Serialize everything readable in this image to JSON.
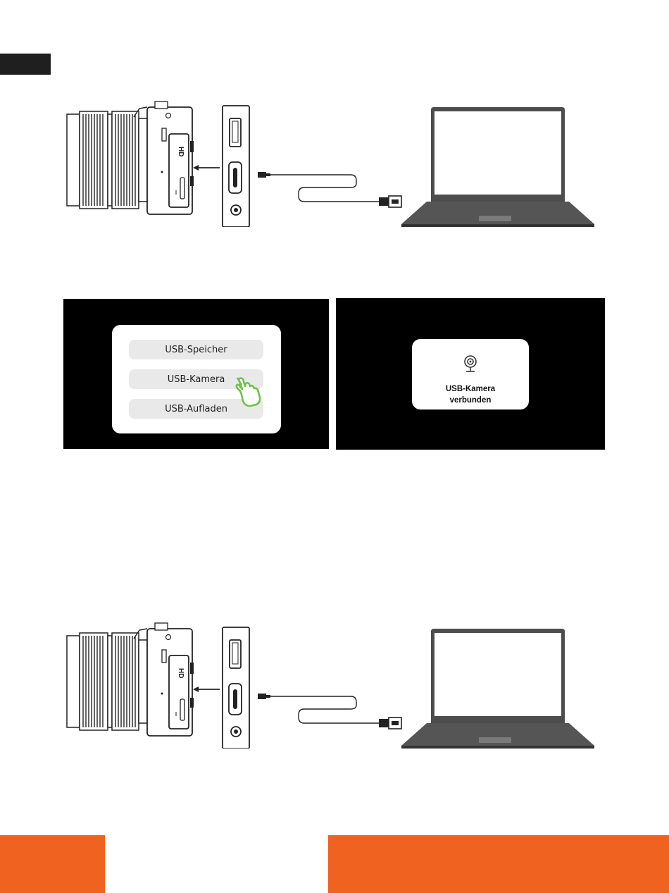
{
  "menu": {
    "options": [
      "USB-Speicher",
      "USB-Kamera",
      "USB-Aufladen"
    ]
  },
  "status": {
    "line1": "USB-Kamera",
    "line2": "verbunden"
  },
  "icons": {
    "pointer": "hand-pointer-icon",
    "webcam": "webcam-icon"
  },
  "colors": {
    "accent": "#f0621f",
    "pointer_green": "#6cc24a",
    "screen_bg": "#000000"
  }
}
